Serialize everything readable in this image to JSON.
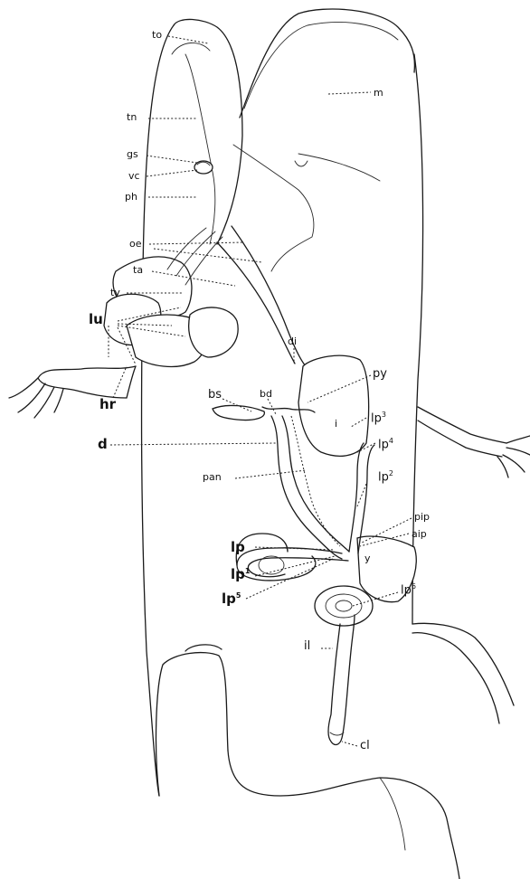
{
  "labels": {
    "to": "to",
    "m": "m",
    "tn": "tn",
    "gs": "gs",
    "vc": "vc",
    "ph": "ph",
    "oe": "oe",
    "ta": "ta",
    "ty": "ty",
    "lu": "lu",
    "hr": "hr",
    "di": "di",
    "bd": "bd",
    "py": "py",
    "bs": "bs",
    "i": "i",
    "lp3": "lp",
    "lp3_sup": "3",
    "lp4": "lp",
    "lp4_sup": "4",
    "d": "d",
    "pan": "pan",
    "lp2": "lp",
    "lp2_sup": "2",
    "pip": "pip",
    "aip": "aip",
    "lp": "lp",
    "y": "y",
    "lp1": "lp",
    "lp1_sup": "1",
    "lp5": "lp",
    "lp5_sup": "5",
    "lp6": "lp",
    "lp6_sup": "6",
    "il": "il",
    "cl": "cl"
  }
}
